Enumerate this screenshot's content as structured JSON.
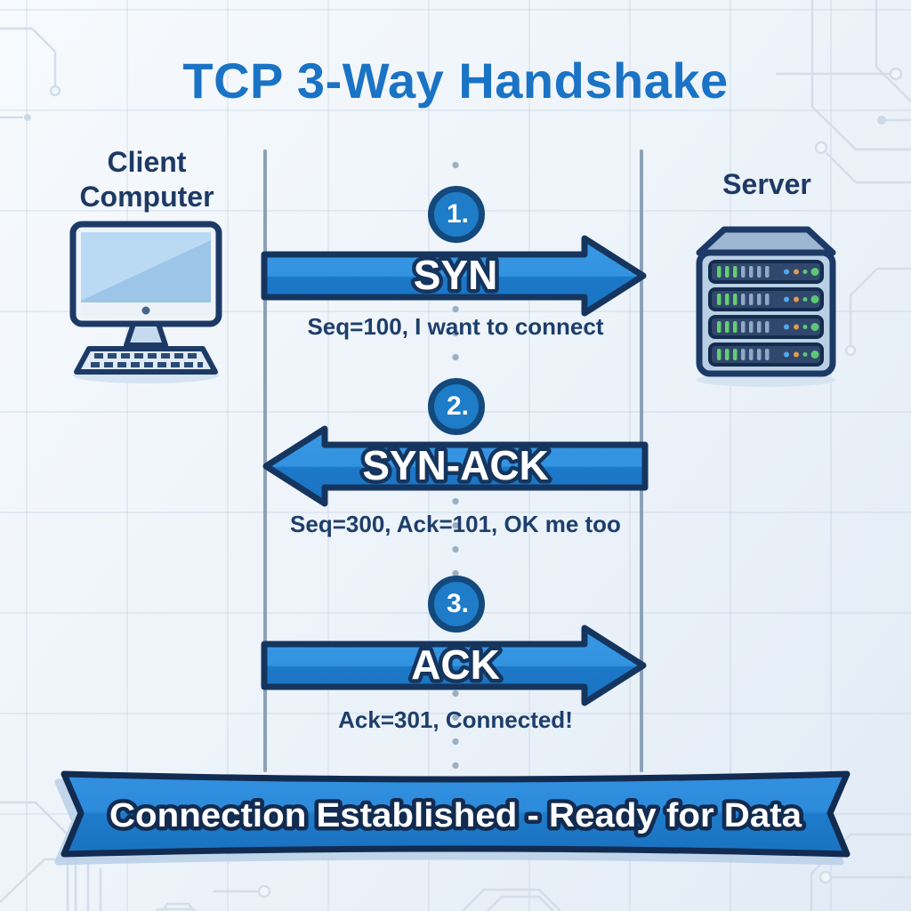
{
  "title": "TCP 3-Way Handshake",
  "actors": {
    "client": {
      "label": "Client Computer",
      "icon": "desktop-computer-icon"
    },
    "server": {
      "label": "Server",
      "icon": "server-rack-icon"
    }
  },
  "steps": [
    {
      "number": "1.",
      "label": "SYN",
      "direction": "right",
      "detail": "Seq=100, I want to connect"
    },
    {
      "number": "2.",
      "label": "SYN-ACK",
      "direction": "left",
      "detail": "Seq=300, Ack=101, OK me too"
    },
    {
      "number": "3.",
      "label": "ACK",
      "direction": "right",
      "detail": "Ack=301, Connected!"
    }
  ],
  "banner": {
    "label": "Connection Established - Ready for Data"
  },
  "colors": {
    "title_blue": "#1a73c5",
    "arrow_fill_top": "#3795e2",
    "arrow_fill_bottom": "#1c79c8",
    "outline_navy": "#15355e",
    "detail_text_navy": "#1d3e6b",
    "badge_fill": "#1e7cc8",
    "badge_ring": "#14497c",
    "lifeline_gray": "#8ba1b6",
    "banner_outline": "#122b50",
    "background_light": "#eef4fa"
  }
}
